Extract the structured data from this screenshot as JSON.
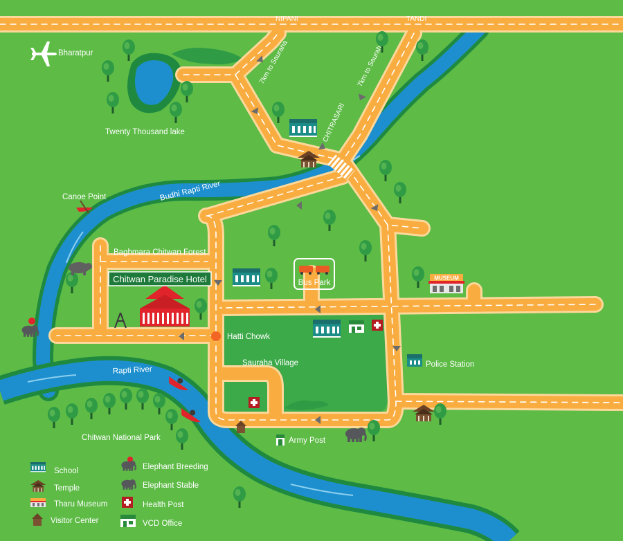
{
  "map": {
    "roads": {
      "top_left": "NIPANI",
      "top_right": "TANDI",
      "to_sauraha_left": "7km to Sauraha",
      "to_sauraha_right": "7km to Sauraha",
      "chitrasari": "CHITRASARI"
    },
    "places": {
      "bharatpur": "Bharatpur",
      "twenty_thousand_lake": "Twenty Thousand lake",
      "budhi_rapti_river": "Budhi Rapti River",
      "canoe_point": "Canoe Point",
      "baghmara_forest": "Baghmara Chitwan Forest",
      "hotel": "Chitwan Paradise Hotel",
      "bus_park": "Bus Park",
      "museum_sign": "MUSEUM",
      "hatti_chowk": "Hatti Chowk",
      "sauraha_village": "Sauraha Village",
      "police_station": "Police Station",
      "rapti_river": "Rapti River",
      "national_park": "Chitwan National Park",
      "army_post": "Army Post"
    }
  },
  "legend": {
    "items": [
      {
        "icon": "school-icon",
        "label": "School"
      },
      {
        "icon": "temple-icon",
        "label": "Temple"
      },
      {
        "icon": "tharu-museum-icon",
        "label": "Tharu Museum"
      },
      {
        "icon": "visitor-center-icon",
        "label": "Visitor Center"
      },
      {
        "icon": "elephant-breeding-icon",
        "label": "Elephant Breeding"
      },
      {
        "icon": "elephant-stable-icon",
        "label": "Elephant Stable"
      },
      {
        "icon": "health-post-icon",
        "label": "Health Post"
      },
      {
        "icon": "vcd-office-icon",
        "label": "VCD Office"
      }
    ]
  },
  "colors": {
    "grass": "#5dbb46",
    "park_green": "#3daa4a",
    "road": "#f9ac3f",
    "road_edge": "#fcd89b",
    "river": "#1d8fce",
    "river_bank": "#1f8a3f",
    "tree": "#2f9b45",
    "school": "#1b8c87",
    "health_cross": "#e1242b",
    "hotel_roof": "#e1242b"
  }
}
